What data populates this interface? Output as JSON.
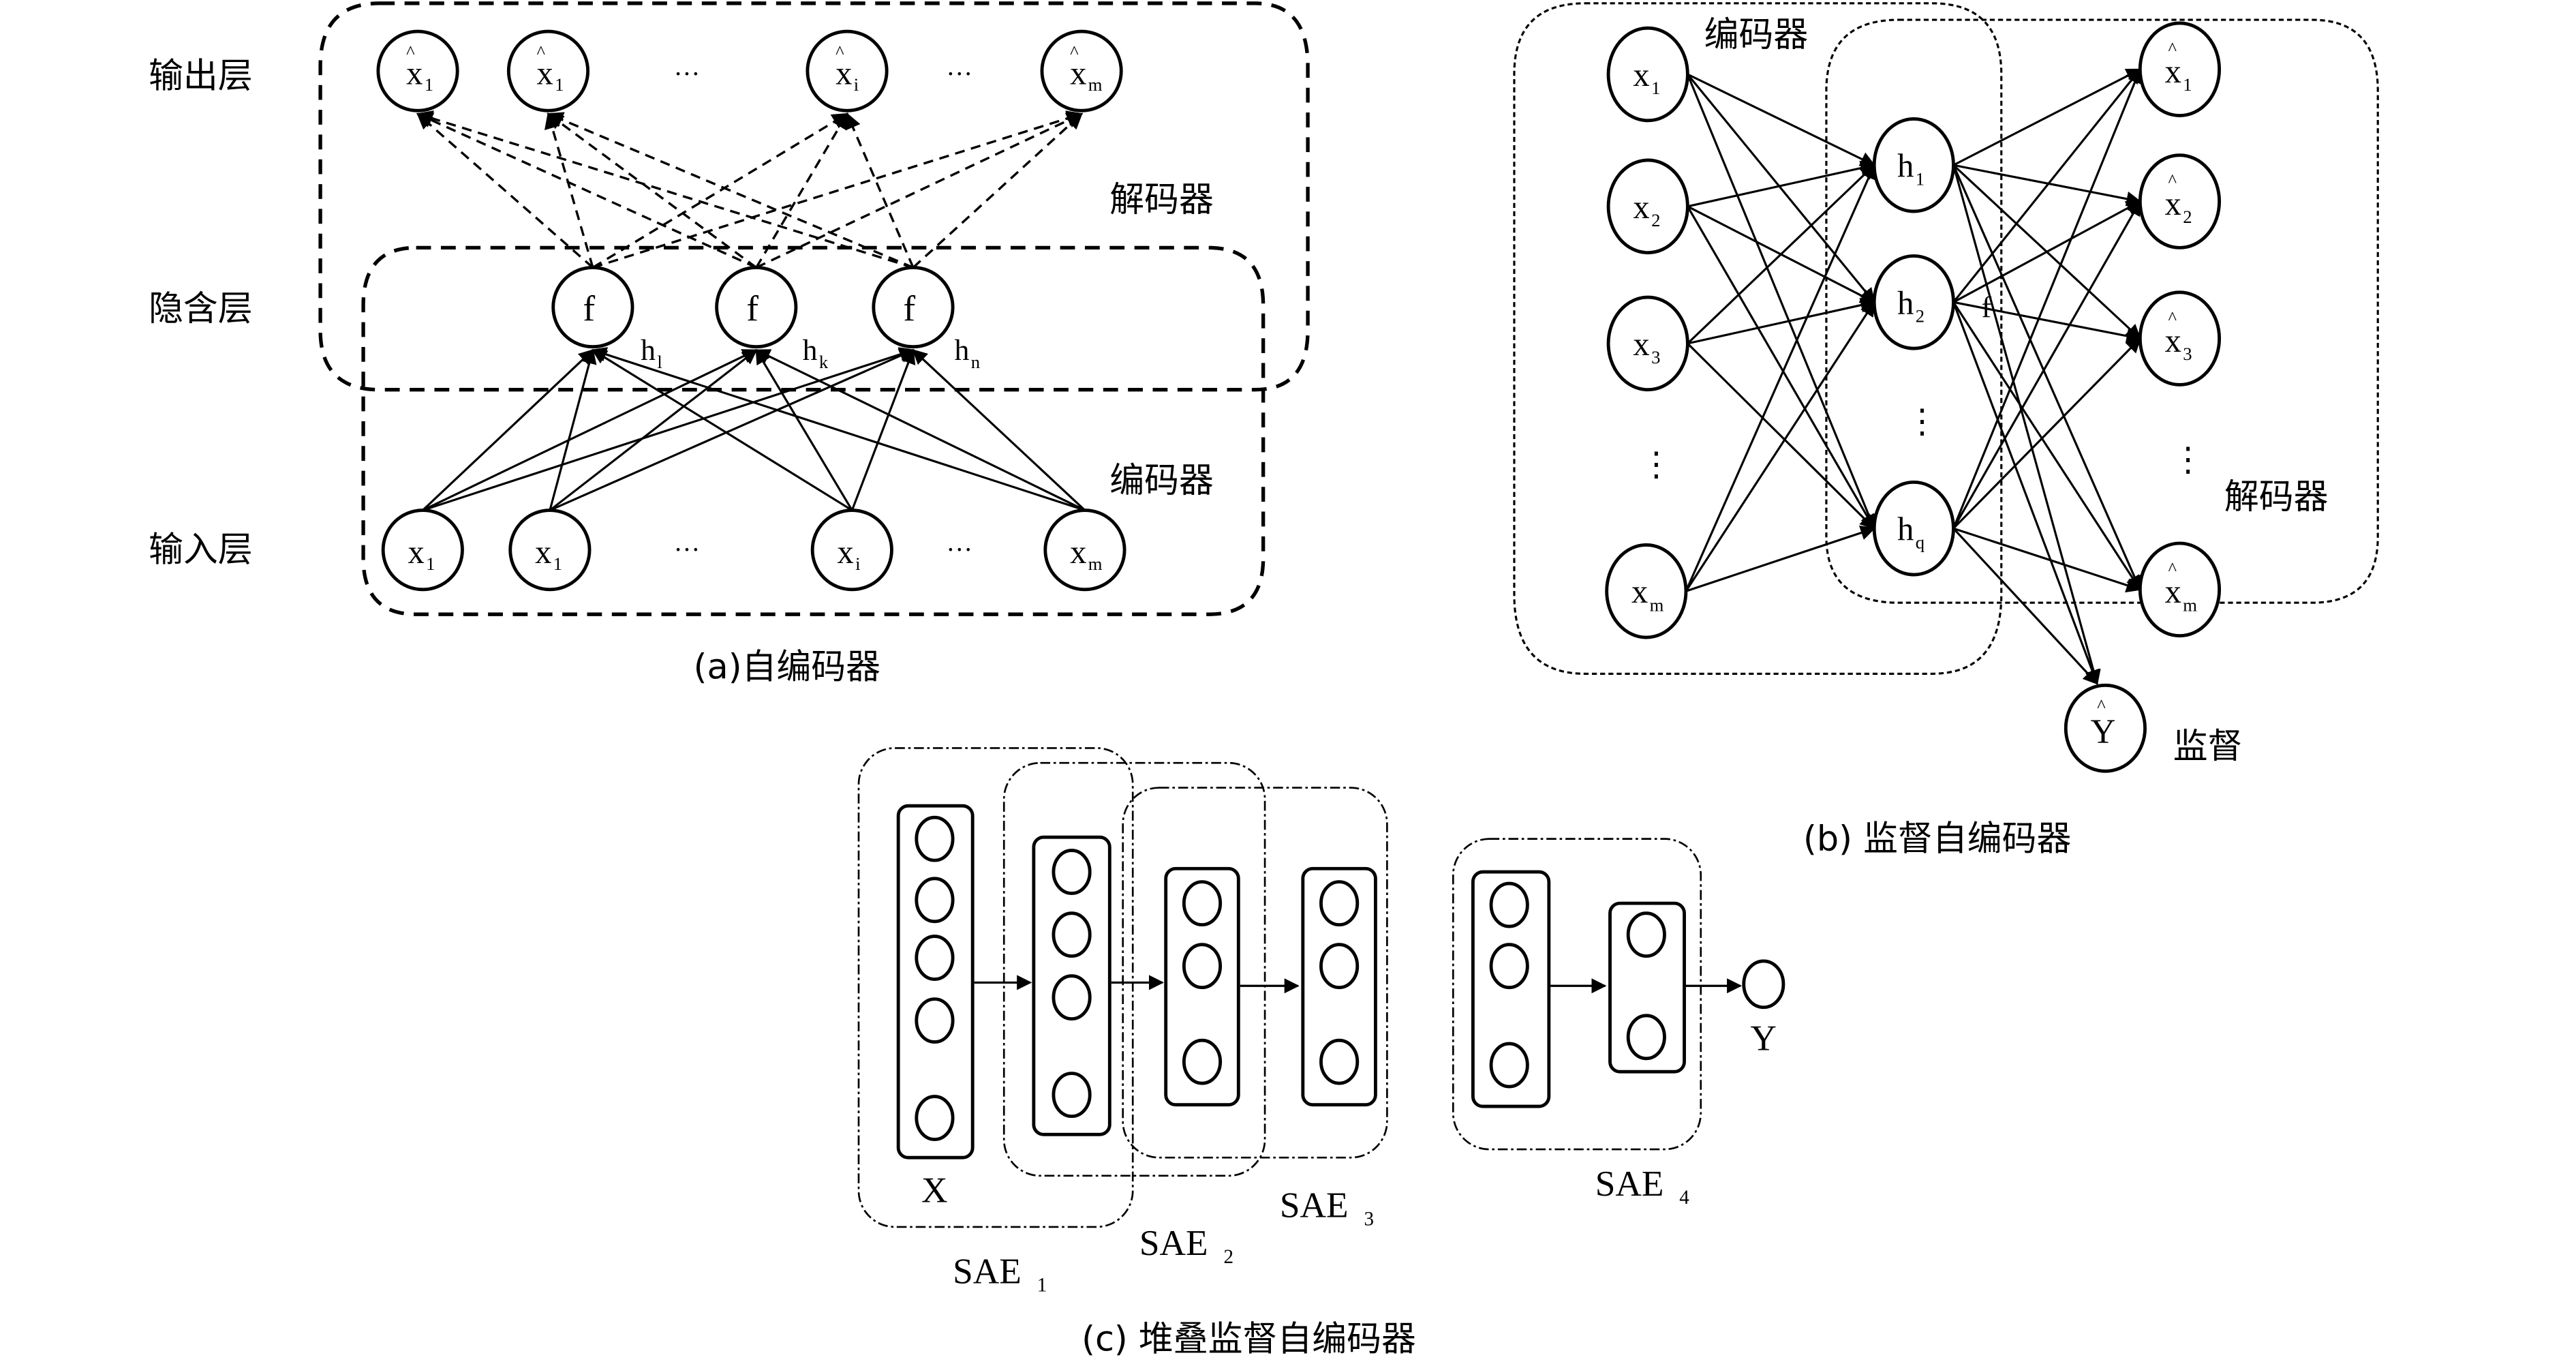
{
  "panel_a": {
    "caption": "(a)自编码器",
    "row_labels": {
      "output": "输出层",
      "hidden": "隐含层",
      "input": "输入层"
    },
    "decoder_label": "解码器",
    "encoder_label": "编码器",
    "output_nodes": [
      {
        "base": "x",
        "hat": "^",
        "sub": "1"
      },
      {
        "base": "x",
        "hat": "^",
        "sub": "1"
      },
      {
        "base": "x",
        "hat": "^",
        "sub": "i"
      },
      {
        "base": "x",
        "hat": "^",
        "sub": "m"
      }
    ],
    "hidden_nodes": [
      {
        "text": "f",
        "label": "h",
        "label_sub": "l"
      },
      {
        "text": "f",
        "label": "h",
        "label_sub": "k"
      },
      {
        "text": "f",
        "label": "h",
        "label_sub": "n"
      }
    ],
    "input_nodes": [
      {
        "base": "x",
        "sub": "1"
      },
      {
        "base": "x",
        "sub": "1"
      },
      {
        "base": "x",
        "sub": "i"
      },
      {
        "base": "x",
        "sub": "m"
      }
    ],
    "ellipsis": "···"
  },
  "panel_b": {
    "caption": "(b) 监督自编码器",
    "encoder_label": "编码器",
    "decoder_label": "解码器",
    "supervision_label": "监督",
    "f_label": "f",
    "input_nodes": [
      {
        "base": "x",
        "sub": "1"
      },
      {
        "base": "x",
        "sub": "2"
      },
      {
        "base": "x",
        "sub": "3"
      },
      {
        "base": "x",
        "sub": "m"
      }
    ],
    "hidden_nodes": [
      {
        "base": "h",
        "sub": "1"
      },
      {
        "base": "h",
        "sub": "2"
      },
      {
        "base": "h",
        "sub": "q"
      }
    ],
    "output_nodes": [
      {
        "base": "x",
        "hat": "^",
        "sub": "1"
      },
      {
        "base": "x",
        "hat": "^",
        "sub": "2"
      },
      {
        "base": "x",
        "hat": "^",
        "sub": "3"
      },
      {
        "base": "x",
        "hat": "^",
        "sub": "m"
      }
    ],
    "supervised_output": {
      "base": "Y",
      "hat": "^"
    },
    "vdots": "⋮"
  },
  "panel_c": {
    "caption": "(c) 堆叠监督自编码器",
    "input_label": "X",
    "output_label": "Y",
    "sae_labels": [
      {
        "base": "SAE",
        "sub": "1"
      },
      {
        "base": "SAE",
        "sub": "2"
      },
      {
        "base": "SAE",
        "sub": "3"
      },
      {
        "base": "SAE",
        "sub": "4"
      }
    ],
    "layer_node_counts": [
      5,
      4,
      3,
      3,
      3,
      2
    ]
  }
}
